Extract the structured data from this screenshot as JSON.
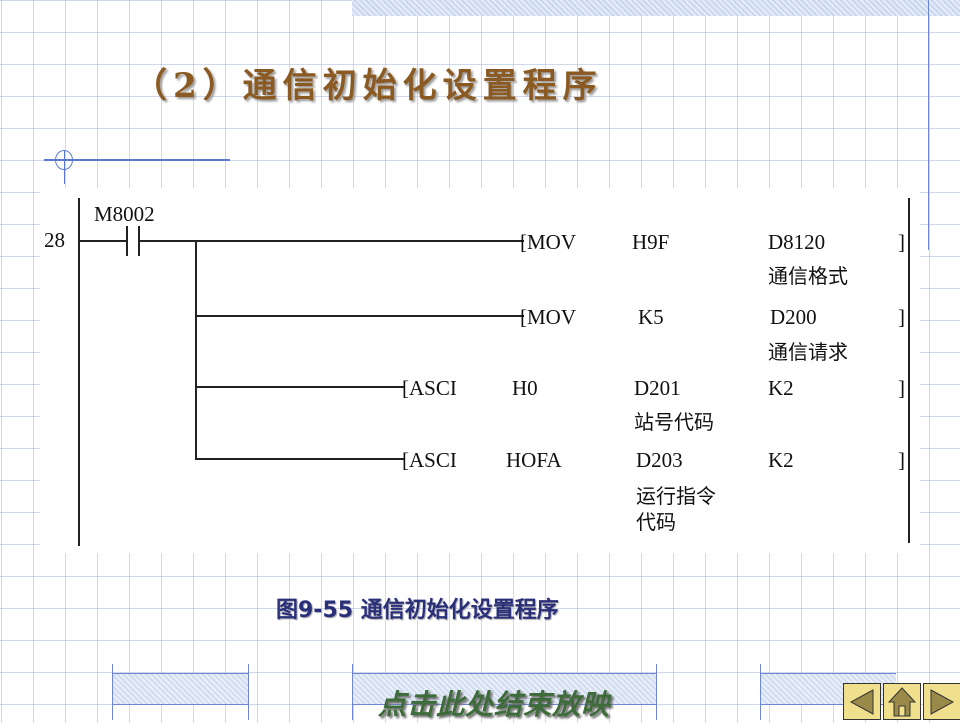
{
  "title": "（2）通信初始化设置程序",
  "ladder": {
    "step": "28",
    "contact": "M8002",
    "rows": [
      {
        "op": "MOV",
        "a": "H9F",
        "b": "D8120",
        "note": "通信格式"
      },
      {
        "op": "MOV",
        "a": "K5",
        "b": "D200",
        "note": "通信请求"
      },
      {
        "op": "ASCI",
        "a": "H0",
        "b": "D201",
        "c": "K2",
        "note": "站号代码"
      },
      {
        "op": "ASCI",
        "a": "HOFA",
        "b": "D203",
        "c": "K2",
        "note1": "运行指令",
        "note2": "代码"
      }
    ]
  },
  "caption": "图9-55   通信初始化设置程序",
  "footer": {
    "end_show": "点击此处结束放映"
  },
  "nav": {
    "prev": "previous-icon",
    "home": "home-icon",
    "next": "next-icon"
  }
}
